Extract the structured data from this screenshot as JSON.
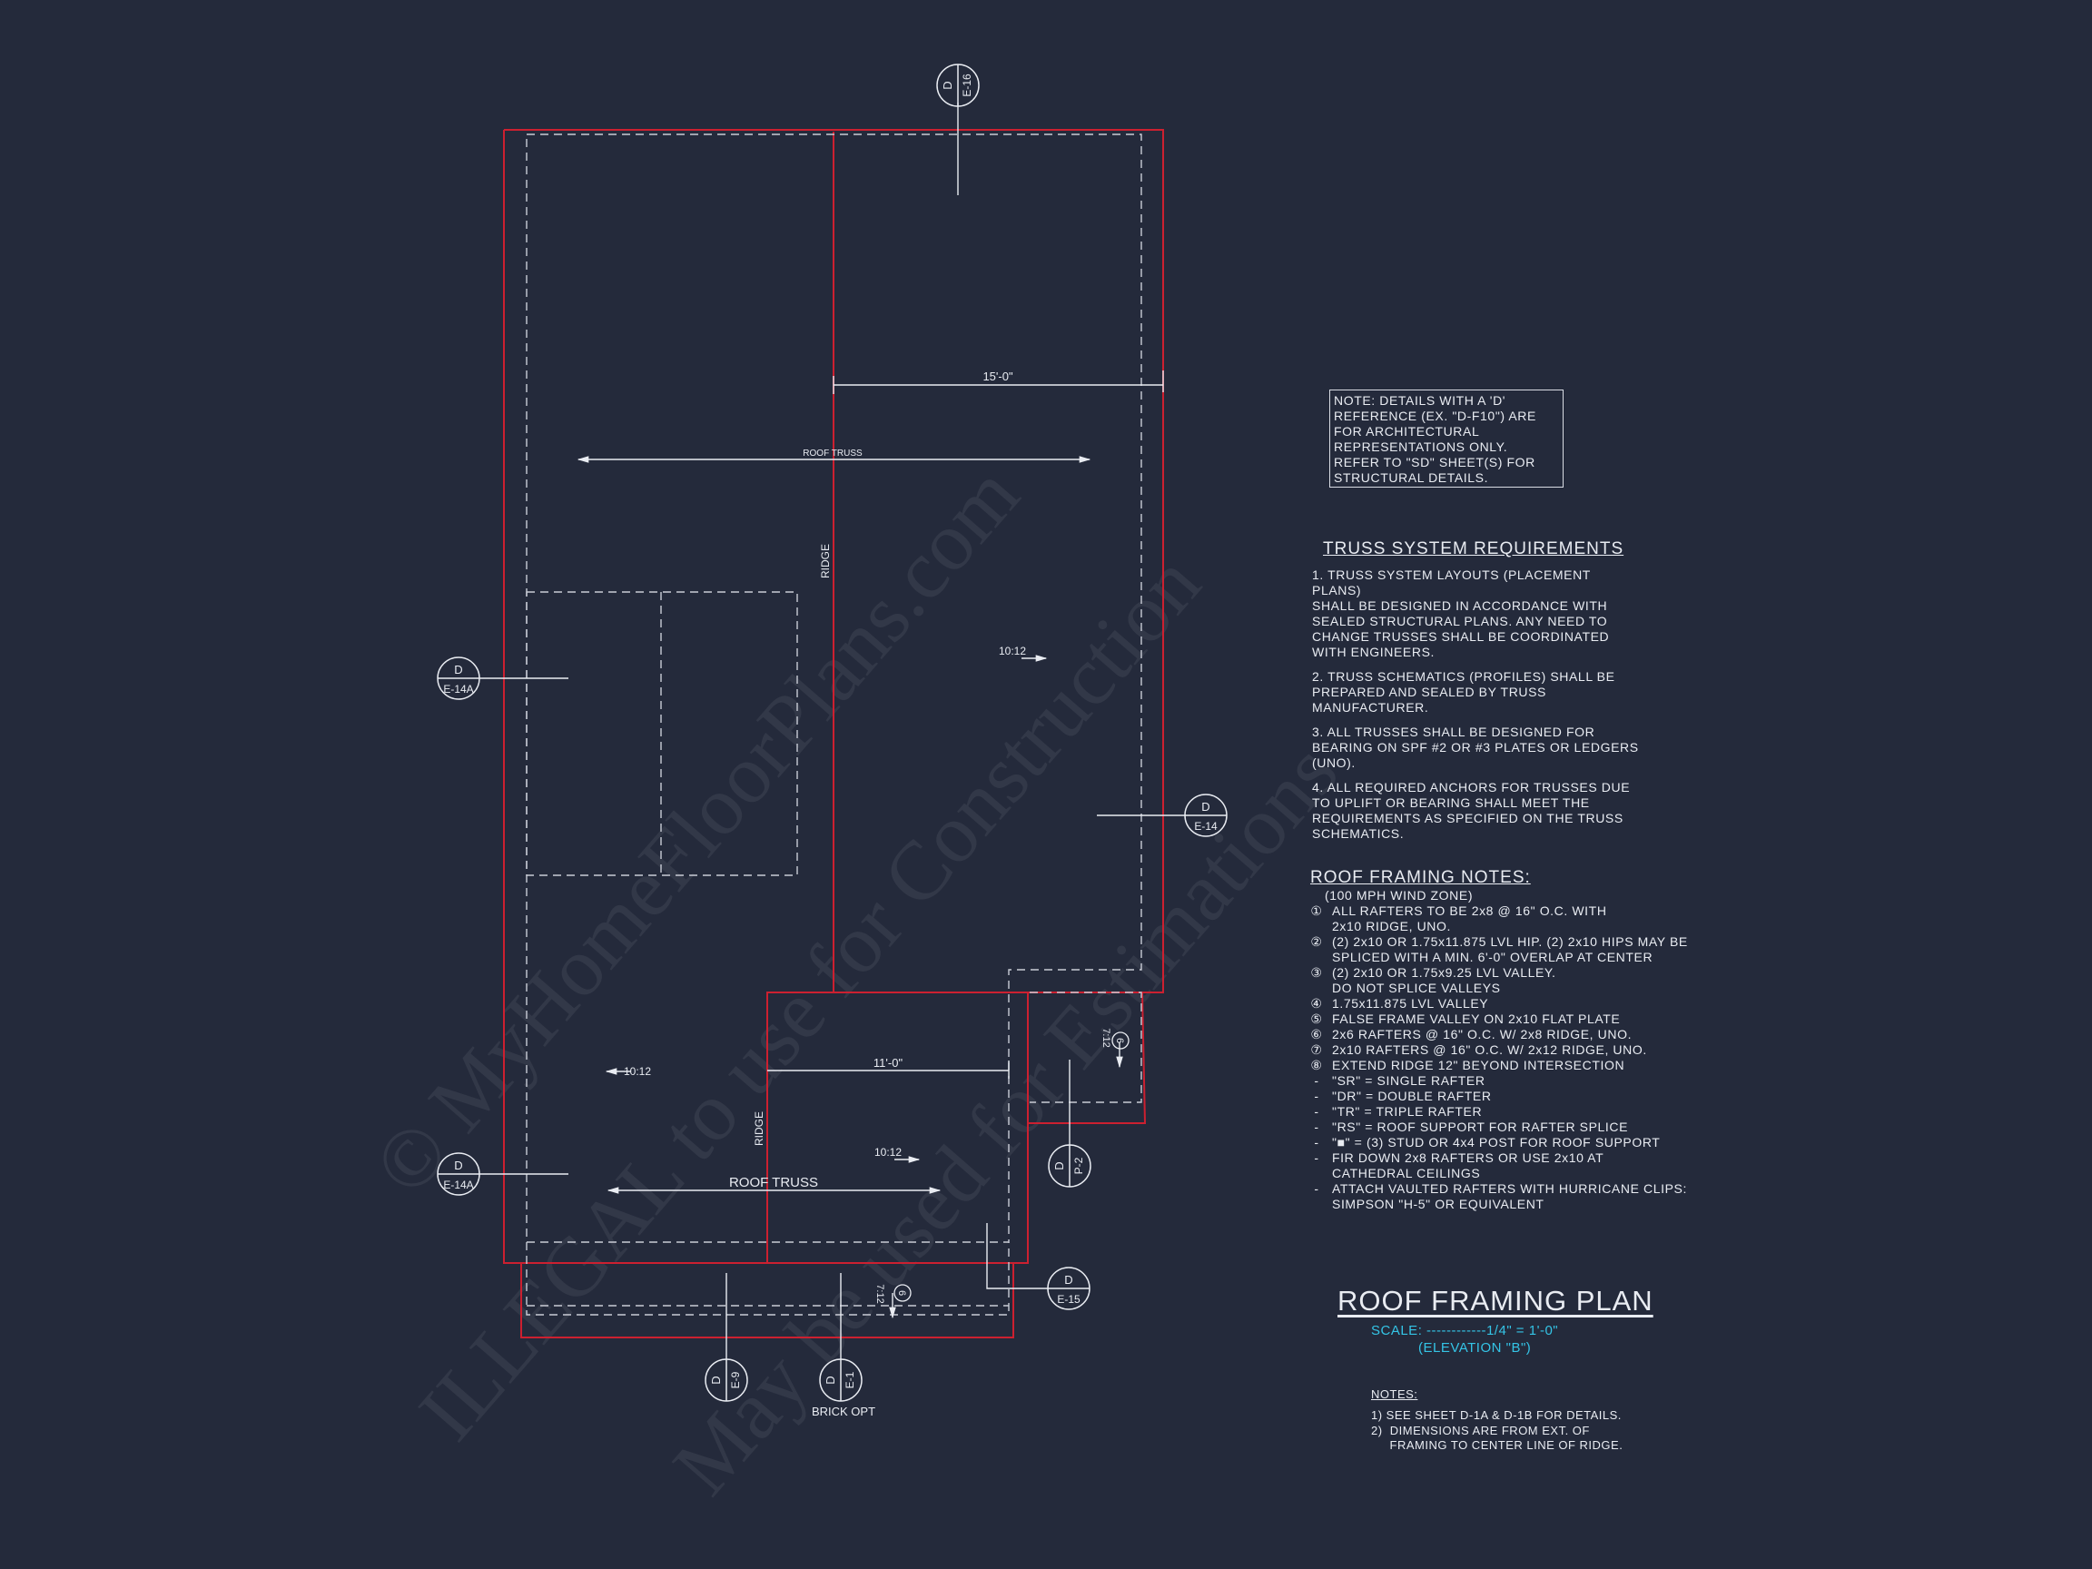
{
  "watermark": {
    "line1": "© MyHomeFloorPlans.com",
    "line2": "ILLEGAL to use for Construction",
    "line3": "May be used for Estimations"
  },
  "plan_labels": {
    "roof_truss_upper": "ROOF TRUSS",
    "roof_truss_lower": "ROOF TRUSS",
    "ridge_upper": "RIDGE",
    "ridge_lower": "RIDGE",
    "dim_15": "15'-0\"",
    "dim_11": "11'-0\"",
    "pitch_1": "10:12",
    "pitch_2": "10:12",
    "pitch_3": "10:12",
    "pitch_4": "7:12",
    "pitch_5": "7:12",
    "circle_6a": "6",
    "circle_6b": "6",
    "brick_opt": "BRICK OPT"
  },
  "section_markers": [
    {
      "top": "D",
      "bottom": "E-16"
    },
    {
      "top": "D",
      "bottom": "E-14A"
    },
    {
      "top": "D",
      "bottom": "E-14"
    },
    {
      "top": "D",
      "bottom": "E-14A"
    },
    {
      "top": "D",
      "bottom": "P-2"
    },
    {
      "top": "D",
      "bottom": "E-15"
    },
    {
      "top": "D",
      "bottom": "E-9"
    },
    {
      "top": "D",
      "bottom": "E-1"
    }
  ],
  "note_box": {
    "text": "NOTE: DETAILS WITH A 'D'\nREFERENCE (EX. \"D-F10\") ARE\nFOR ARCHITECTURAL\nREPRESENTATIONS ONLY.\nREFER TO \"SD\" SHEET(S) FOR\nSTRUCTURAL DETAILS."
  },
  "truss": {
    "heading": "TRUSS SYSTEM REQUIREMENTS",
    "items": [
      "1. TRUSS SYSTEM LAYOUTS (PLACEMENT PLANS)\nSHALL BE DESIGNED IN ACCORDANCE WITH\nSEALED STRUCTURAL PLANS. ANY NEED TO\nCHANGE TRUSSES SHALL BE COORDINATED\nWITH ENGINEERS.",
      "2. TRUSS SCHEMATICS (PROFILES) SHALL BE\nPREPARED AND SEALED BY TRUSS\nMANUFACTURER.",
      "3. ALL TRUSSES SHALL BE DESIGNED FOR\nBEARING ON SPF #2 OR #3 PLATES OR LEDGERS\n(UNO).",
      "4. ALL REQUIRED ANCHORS FOR TRUSSES DUE\nTO UPLIFT OR BEARING SHALL MEET THE\nREQUIREMENTS AS SPECIFIED ON THE TRUSS\nSCHEMATICS."
    ]
  },
  "roof_notes": {
    "heading": "ROOF FRAMING NOTES:",
    "sub": "(100 MPH WIND ZONE)",
    "items": [
      {
        "mark": "①",
        "text": "ALL RAFTERS TO BE 2x8 @ 16\" O.C. WITH\n2x10 RIDGE, UNO."
      },
      {
        "mark": "②",
        "text": "(2) 2x10 OR 1.75x11.875 LVL HIP. (2) 2x10 HIPS MAY BE\nSPLICED WITH A MIN. 6'-0\" OVERLAP AT CENTER"
      },
      {
        "mark": "③",
        "text": "(2) 2x10 OR 1.75x9.25 LVL VALLEY.\nDO NOT SPLICE VALLEYS"
      },
      {
        "mark": "④",
        "text": "1.75x11.875 LVL VALLEY"
      },
      {
        "mark": "⑤",
        "text": "FALSE FRAME VALLEY ON 2x10 FLAT PLATE"
      },
      {
        "mark": "⑥",
        "text": "2x6 RAFTERS @ 16\" O.C. W/ 2x8 RIDGE, UNO."
      },
      {
        "mark": "⑦",
        "text": "2x10 RAFTERS @ 16\" O.C. W/ 2x12 RIDGE, UNO."
      },
      {
        "mark": "⑧",
        "text": "EXTEND RIDGE 12\" BEYOND INTERSECTION"
      },
      {
        "mark": "-",
        "text": "\"SR\"  = SINGLE RAFTER"
      },
      {
        "mark": "-",
        "text": "\"DR\"  = DOUBLE RAFTER"
      },
      {
        "mark": "-",
        "text": "\"TR\"  = TRIPLE RAFTER"
      },
      {
        "mark": "-",
        "text": "\"RS\"  = ROOF SUPPORT FOR RAFTER SPLICE"
      },
      {
        "mark": "-",
        "text": "\"■\"   = (3) STUD OR 4x4 POST FOR ROOF SUPPORT"
      },
      {
        "mark": "-",
        "text": "FIR DOWN 2x8 RAFTERS OR USE 2x10 AT\nCATHEDRAL CEILINGS"
      },
      {
        "mark": "-",
        "text": "ATTACH VAULTED RAFTERS WITH HURRICANE CLIPS:\nSIMPSON \"H-5\" OR EQUIVALENT"
      }
    ]
  },
  "title_block": {
    "title": "ROOF FRAMING PLAN",
    "scale": "SCALE: ------------1/4\" = 1'-0\"",
    "elevation": "(ELEVATION \"B\")",
    "notes_heading": "NOTES:",
    "note1": "1)  SEE SHEET D-1A & D-1B FOR DETAILS.",
    "note2": "2)  DIMENSIONS ARE FROM EXT. OF\n     FRAMING TO CENTER LINE OF RIDGE."
  },
  "colors": {
    "background": "#242a3b",
    "outline_red": "#cc2030",
    "line_white": "#e9ecf2",
    "scale_cyan": "#34c4e6"
  }
}
